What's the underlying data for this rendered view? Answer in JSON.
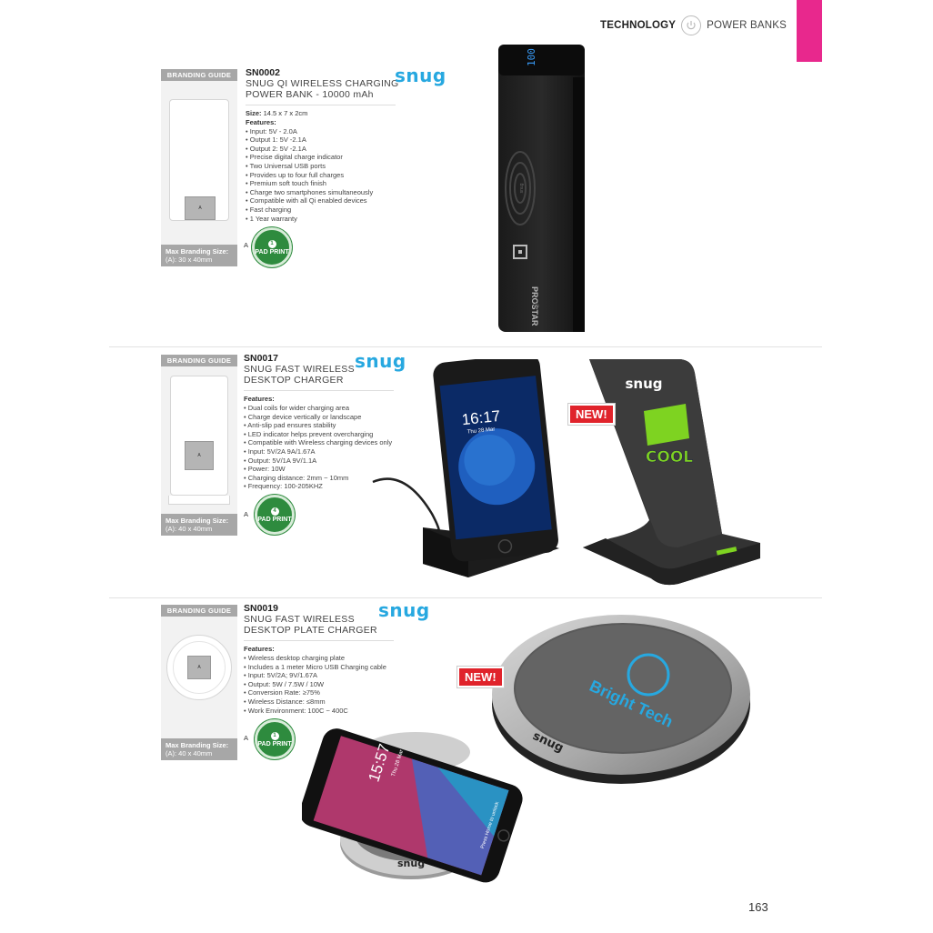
{
  "header": {
    "category": "TECHNOLOGY",
    "subcategory": "POWER BANKS"
  },
  "branding_guide_label": "BRANDING GUIDE",
  "max_branding_label": "Max Branding Size:",
  "pad_print_label": "PAD PRINT",
  "brand_logo": "snug",
  "new_label": "NEW!",
  "products": [
    {
      "code": "SN0002",
      "name_line1": "SNUG QI WIRELESS CHARGING",
      "name_line2": "POWER BANK - 10000 mAh",
      "size_label": "Size:",
      "size_value": "14.5 x 7 x 2cm",
      "features_label": "Features:",
      "features": [
        "Input: 5V - 2.0A",
        "Output 1: 5V -2.1A",
        "Output 2: 5V -2.1A",
        "Precise digital charge indicator",
        "Two Universal USB ports",
        "Provides up to four full charges",
        "Premium soft touch finish",
        "Charge two smartphones simultaneously",
        "Compatible with all Qi enabled devices",
        "Fast charging",
        "1 Year warranty"
      ],
      "position": "A",
      "pad_count": "1",
      "max_size": "(A): 30 x 40mm",
      "swatch_label": "A",
      "image_text": {
        "display": "100",
        "brand": "PROSTAR",
        "pad": "snug"
      }
    },
    {
      "code": "SN0017",
      "name_line1": "SNUG FAST WIRELESS",
      "name_line2": "DESKTOP CHARGER",
      "features_label": "Features:",
      "features": [
        "Dual coils for wider charging area",
        "Charge device vertically or landscape",
        "Anti-slip pad ensures stability",
        "LED indicator helps prevent overcharging",
        "Compatible with Wireless charging devices only",
        "Input: 5V/2A 9A/1.67A",
        "Output: 5V/1A 9V/1.1A",
        "Power: 10W",
        "Charging distance: 2mm ~ 10mm",
        "Frequency: 100-205KHZ"
      ],
      "position": "A",
      "pad_count": "4",
      "max_size": "(A): 40 x 40mm",
      "swatch_label": "A",
      "image_text": {
        "phone_time": "16:17",
        "phone_date": "Thu 28 Mar",
        "stand_brand": "snug",
        "stand_logo": "COOL"
      }
    },
    {
      "code": "SN0019",
      "name_line1": "SNUG FAST WIRELESS",
      "name_line2": "DESKTOP PLATE CHARGER",
      "features_label": "Features:",
      "features": [
        "Wireless desktop charging plate",
        "Includes a 1 meter Micro USB Charging cable",
        "Input: 5V/2A; 9V/1.67A",
        "Output: 5W / 7.5W / 10W",
        "Conversion Rate: ≥75%",
        "Wireless Distance: ≤8mm",
        "Work Environment: 100C ~ 400C"
      ],
      "position": "A",
      "pad_count": "1",
      "max_size": "(A): 40 x 40mm",
      "swatch_label": "A",
      "image_text": {
        "plate_logo": "Bright Tech",
        "plate_brand": "snug",
        "phone_time": "15:57",
        "phone_date": "Thu 28 Mar",
        "phone_hint": "Press Home to unlock",
        "small_brand": "snug"
      }
    }
  ],
  "page_number": "163",
  "colors": {
    "accent_pink": "#e8288d",
    "snug_blue": "#27a8e0",
    "pad_green": "#2e8b3e",
    "new_red": "#e0232b",
    "guide_grey": "#a7a7a7"
  }
}
